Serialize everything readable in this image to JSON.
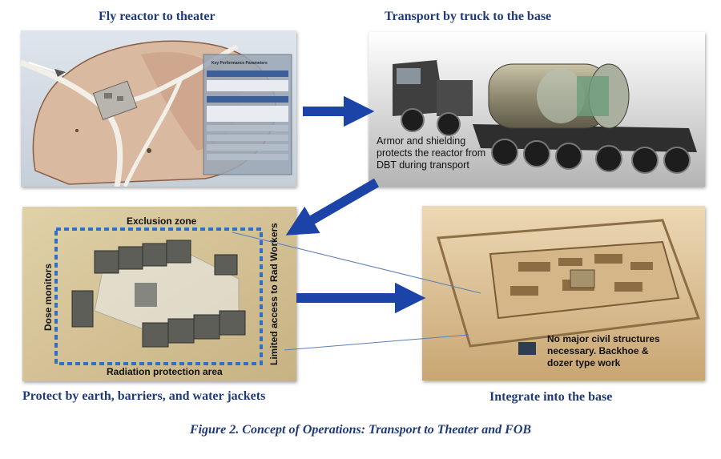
{
  "panels": {
    "fly": {
      "heading": "Fly reactor to theater",
      "kpp_title": "Key Performance Parameters"
    },
    "truck": {
      "heading": "Transport by truck to the base",
      "annotation": [
        "Armor and shielding",
        "protects the reactor from",
        "DBT during transport"
      ]
    },
    "protect": {
      "heading": "Protect by earth, barriers, and water jackets",
      "exclusion_zone": "Exclusion zone",
      "dose_monitors": "Dose monitors",
      "limited_access": "Limited access to Rad Workers",
      "radiation_area": "Radiation protection area"
    },
    "integrate": {
      "heading": "Integrate into the base",
      "annotation": [
        "No major civil structures",
        "necessary. Backhoe &",
        "dozer type work"
      ]
    }
  },
  "figure_caption": "Figure 2.  Concept of Operations: Transport to Theater and FOB",
  "colors": {
    "heading": "#1f3a7a",
    "arrow": "#1b43a8",
    "dashed_border": "#2f6fc4"
  }
}
